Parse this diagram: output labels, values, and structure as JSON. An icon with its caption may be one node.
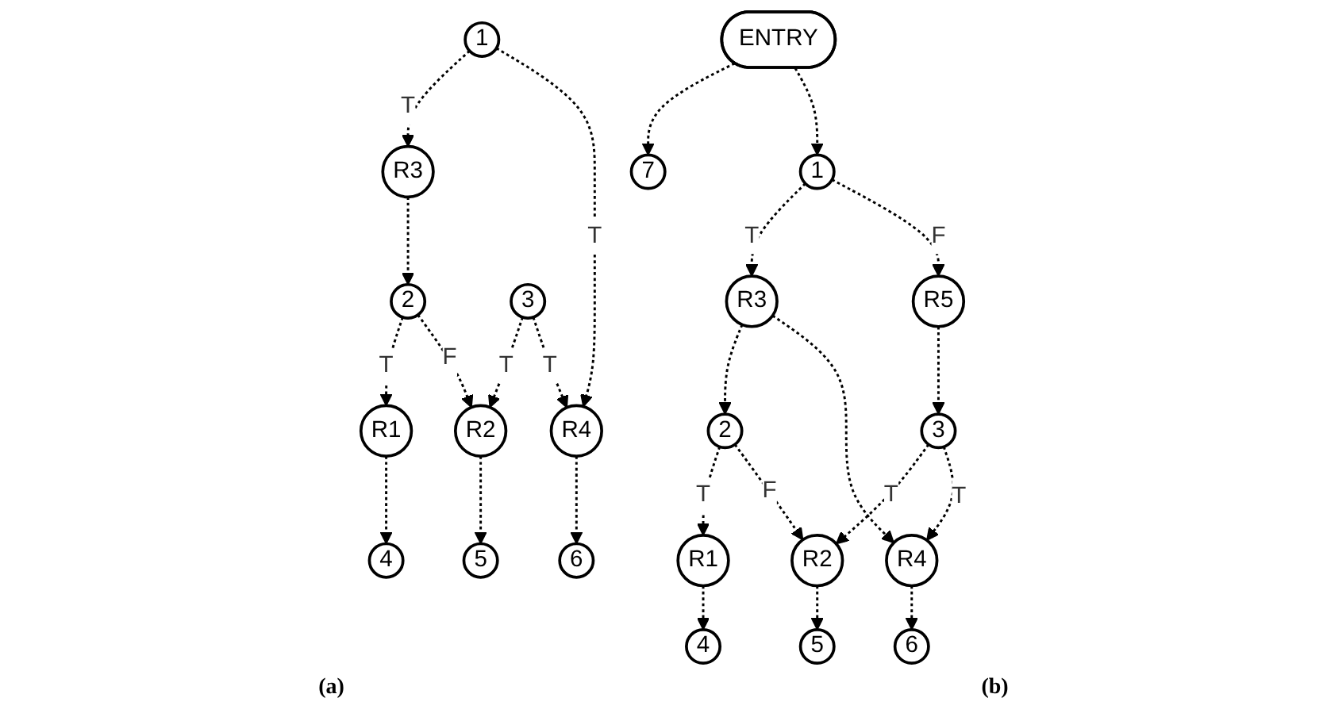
{
  "diagram": {
    "nodes": [
      {
        "text": [
          "1"
        ]
      },
      {
        "text": [
          "R3"
        ]
      },
      {
        "text": [
          "2"
        ]
      },
      {
        "text": [
          "3"
        ]
      },
      {
        "text": [
          "R1"
        ]
      },
      {
        "text": [
          "R2"
        ]
      },
      {
        "text": [
          "R4"
        ]
      },
      {
        "text": [
          "4"
        ]
      },
      {
        "text": [
          "5"
        ]
      },
      {
        "text": [
          "6"
        ]
      },
      {
        "text": [
          "ENTRY"
        ]
      },
      {
        "text": [
          "7"
        ]
      },
      {
        "text": [
          "1"
        ]
      },
      {
        "text": [
          "R3"
        ]
      },
      {
        "text": [
          "R5"
        ]
      },
      {
        "text": [
          "2"
        ]
      },
      {
        "text": [
          "3"
        ]
      },
      {
        "text": [
          "R1"
        ]
      },
      {
        "text": [
          "R2"
        ]
      },
      {
        "text": [
          "R4"
        ]
      },
      {
        "text": [
          "4"
        ]
      },
      {
        "text": [
          "5"
        ]
      },
      {
        "text": [
          "6"
        ]
      }
    ],
    "edges": [
      {
        "from": 0,
        "to": 1,
        "arrow": "to",
        "label": "T",
        "style": "dashed"
      },
      {
        "from": 0,
        "to": 6,
        "arrow": "to",
        "label": "T",
        "style": "dashed"
      },
      {
        "from": 1,
        "to": 2,
        "arrow": "to",
        "style": "dashed"
      },
      {
        "from": 2,
        "to": 4,
        "arrow": "to",
        "label": "T",
        "style": "dashed"
      },
      {
        "from": 2,
        "to": 5,
        "arrow": "to",
        "label": "F",
        "style": "dashed"
      },
      {
        "from": 3,
        "to": 5,
        "arrow": "to",
        "label": "T",
        "style": "dashed"
      },
      {
        "from": 3,
        "to": 6,
        "arrow": "to",
        "label": "T",
        "style": "dashed"
      },
      {
        "from": 4,
        "to": 7,
        "arrow": "to",
        "style": "dashed"
      },
      {
        "from": 5,
        "to": 8,
        "arrow": "to",
        "style": "dashed"
      },
      {
        "from": 6,
        "to": 9,
        "arrow": "to",
        "style": "dashed"
      },
      {
        "from": 10,
        "to": 11,
        "arrow": "to",
        "style": "dashed"
      },
      {
        "from": 10,
        "to": 12,
        "arrow": "to",
        "style": "dashed"
      },
      {
        "from": 12,
        "to": 13,
        "arrow": "to",
        "label": "T",
        "style": "dashed"
      },
      {
        "from": 12,
        "to": 14,
        "arrow": "to",
        "label": "F",
        "style": "dashed"
      },
      {
        "from": 13,
        "to": 15,
        "arrow": "to",
        "style": "dashed"
      },
      {
        "from": 13,
        "to": 19,
        "arrow": "to",
        "style": "dashed"
      },
      {
        "from": 14,
        "to": 16,
        "arrow": "to",
        "style": "dashed"
      },
      {
        "from": 15,
        "to": 17,
        "arrow": "to",
        "label": "T",
        "style": "dashed"
      },
      {
        "from": 15,
        "to": 18,
        "arrow": "to",
        "label": "F",
        "style": "dashed"
      },
      {
        "from": 16,
        "to": 18,
        "arrow": "to",
        "label": "T",
        "style": "dashed"
      },
      {
        "from": 16,
        "to": 19,
        "arrow": "to",
        "label": "T",
        "style": "dashed"
      },
      {
        "from": 17,
        "to": 20,
        "arrow": "to",
        "style": "dashed"
      },
      {
        "from": 18,
        "to": 21,
        "arrow": "to",
        "style": "dashed"
      },
      {
        "from": 19,
        "to": 22,
        "arrow": "to",
        "style": "dashed"
      }
    ],
    "labels": [
      "(a)",
      "(b)"
    ]
  }
}
